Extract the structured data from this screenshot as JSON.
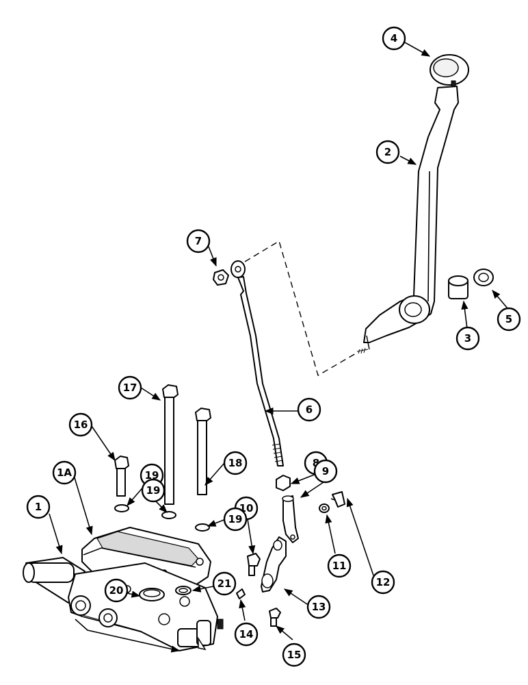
{
  "callouts": [
    {
      "label": "1"
    },
    {
      "label": "1A"
    },
    {
      "label": "2"
    },
    {
      "label": "3"
    },
    {
      "label": "4"
    },
    {
      "label": "5"
    },
    {
      "label": "6"
    },
    {
      "label": "7"
    },
    {
      "label": "8"
    },
    {
      "label": "9"
    },
    {
      "label": "10"
    },
    {
      "label": "11"
    },
    {
      "label": "12"
    },
    {
      "label": "13"
    },
    {
      "label": "14"
    },
    {
      "label": "15"
    },
    {
      "label": "16"
    },
    {
      "label": "17"
    },
    {
      "label": "18"
    },
    {
      "label": "19"
    },
    {
      "label": "19"
    },
    {
      "label": "19"
    },
    {
      "label": "20"
    },
    {
      "label": "21"
    }
  ]
}
